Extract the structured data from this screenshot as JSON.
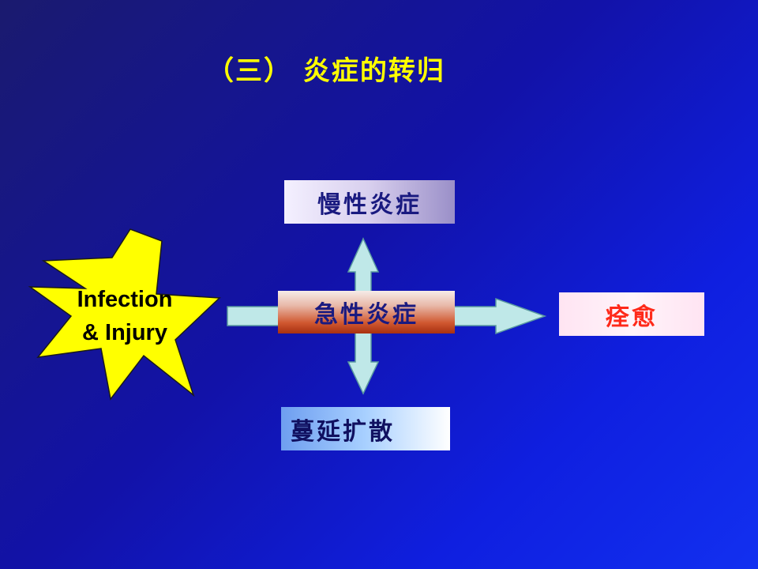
{
  "title": "（三）  炎症的转归",
  "source": {
    "line1": "Infection",
    "line2": "& Injury"
  },
  "nodes": {
    "chronic": "慢性炎症",
    "acute": "急性炎症",
    "healing": "痊愈",
    "spread": "蔓延扩散"
  },
  "colors": {
    "background": "#1212a8",
    "title": "#ffff00",
    "star": "#ffff00",
    "arrow_fill": "#bfe8e8",
    "healing_text": "#ff2a1a"
  }
}
